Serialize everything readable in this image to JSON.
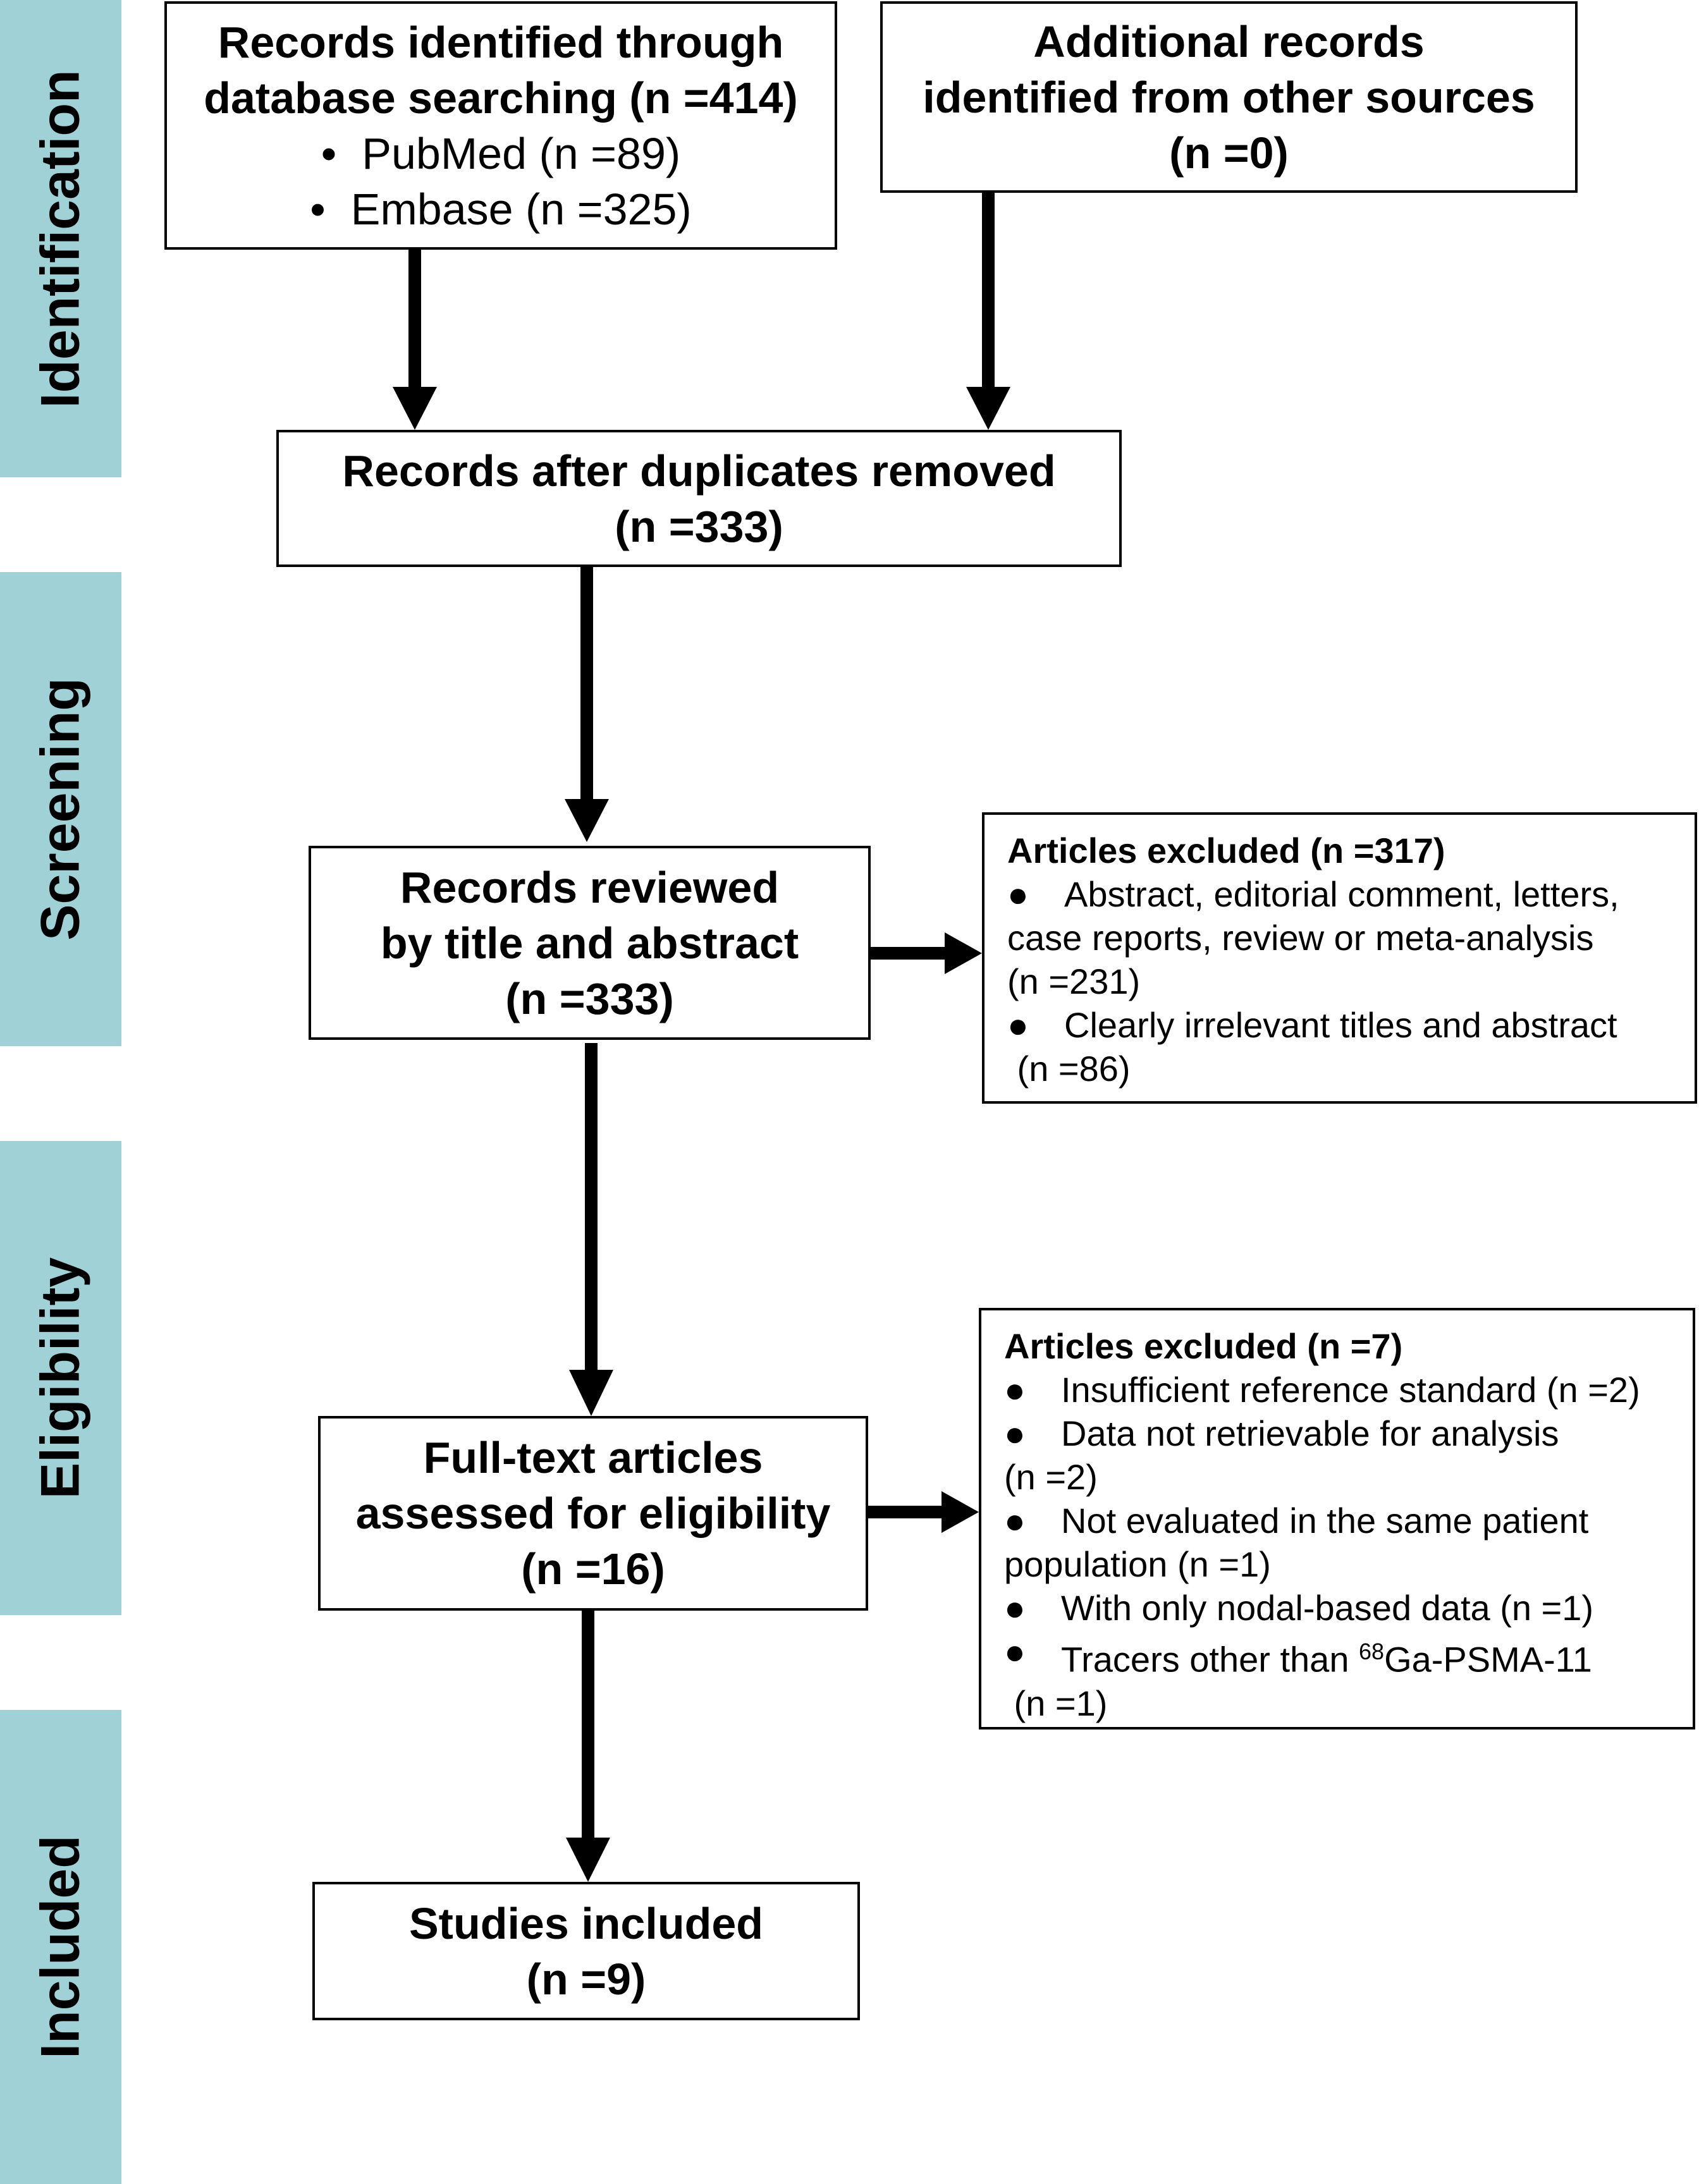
{
  "phases": {
    "identification": "Identification",
    "screening": "Screening",
    "eligibility": "Eligibility",
    "included": "Included"
  },
  "boxes": {
    "database": {
      "title_line1": "Records identified through",
      "title_line2": "database searching (n =414)",
      "items": [
        "PubMed (n =89)",
        "Embase (n =325)"
      ],
      "bullet": "•"
    },
    "other_sources": {
      "line1": "Additional records",
      "line2": "identified from other sources",
      "line3": "(n =0)"
    },
    "duplicates": {
      "line1": "Records after duplicates removed",
      "line2": "(n =333)"
    },
    "reviewed": {
      "line1": "Records reviewed",
      "line2": "by title and abstract",
      "line3": "(n =333)"
    },
    "fulltext": {
      "line1": "Full-text articles",
      "line2": "assessed for eligibility",
      "line3": "(n =16)"
    },
    "included": {
      "line1": "Studies included",
      "line2": "(n =9)"
    },
    "excluded_screening": {
      "title": "Articles excluded (n =317)",
      "bullet": "●",
      "item1_line1": "Abstract, editorial comment, letters,",
      "item1_line2": "case reports, review or meta-analysis",
      "item1_line3": "(n =231)",
      "item2_line1": "Clearly irrelevant titles and abstract",
      "item2_line2": " (n =86)"
    },
    "excluded_eligibility": {
      "title": "Articles excluded (n =7)",
      "bullet": "●",
      "item1": "Insufficient reference standard (n =2)",
      "item2_line1": "Data not retrievable for analysis",
      "item2_line2": "(n =2)",
      "item3_line1": "Not evaluated in the same patient",
      "item3_line2": "population (n =1)",
      "item4": "With only nodal-based data (n =1)",
      "item5_prefix": "Tracers other than ",
      "item5_sup": "68",
      "item5_suffix": "Ga-PSMA-11",
      "item5_line2": " (n =1)"
    }
  },
  "colors": {
    "phase_band": "#9fd1d7",
    "border": "#000000"
  }
}
